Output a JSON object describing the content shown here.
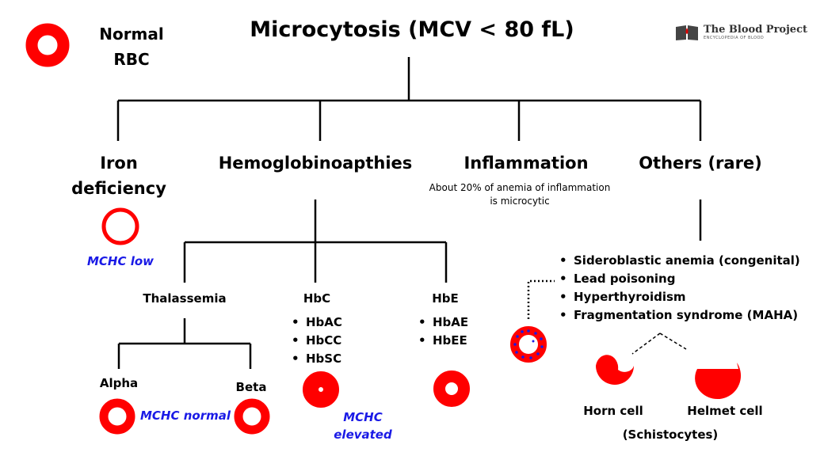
{
  "title": "Microcytosis (MCV < 80 fL)",
  "legend": {
    "label_line1": "Normal",
    "label_line2": "RBC"
  },
  "logo": {
    "name": "The Blood Project",
    "tagline": "ENCYCLOPEDIA OF BLOOD"
  },
  "categories": {
    "iron": {
      "line1": "Iron",
      "line2": "deficiency",
      "mchc": "MCHC low"
    },
    "hemo": {
      "label": "Hemoglobinoapthies"
    },
    "inflammation": {
      "label": "Inflammation",
      "note_line1": "About 20% of anemia of inflammation",
      "note_line2": "is microcytic"
    },
    "others": {
      "label": "Others (rare)",
      "items": [
        "Sideroblastic anemia (congenital)",
        "Lead poisoning",
        "Hyperthyroidism",
        "Fragmentation syndrome (MAHA)"
      ],
      "horn": "Horn cell",
      "helmet": "Helmet cell",
      "schisto": "(Schistocytes)"
    }
  },
  "hemo_sub": {
    "thal": {
      "label": "Thalassemia",
      "alpha": "Alpha",
      "beta": "Beta",
      "mchc": "MCHC normal"
    },
    "hbc": {
      "label": "HbC",
      "items": [
        "HbAC",
        "HbCC",
        "HbSC"
      ],
      "mchc_line1": "MCHC",
      "mchc_line2": "elevated"
    },
    "hbe": {
      "label": "HbE",
      "items": [
        "HbAE",
        "HbEE"
      ]
    }
  },
  "colors": {
    "cell_red": "#ff0000",
    "stipple_blue": "#1a1ae6",
    "mchc_text": "#1a1ae6"
  }
}
